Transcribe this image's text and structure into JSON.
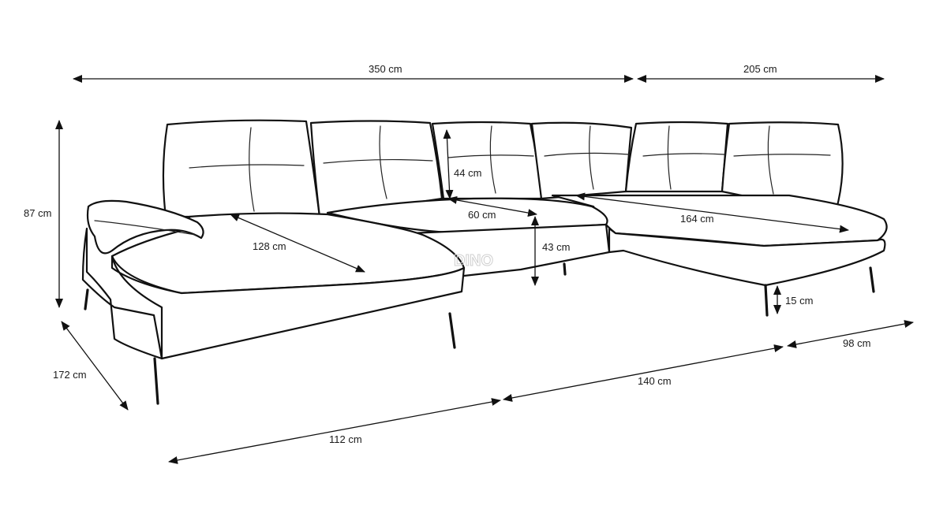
{
  "dimensions": {
    "total_width": "350 cm",
    "right_section_width": "205 cm",
    "height": "87 cm",
    "depth_left": "172 cm",
    "backrest_height": "44 cm",
    "seat_depth": "60 cm",
    "chaise_depth_left": "128 cm",
    "chaise_depth_right": "164 cm",
    "seat_height": "43 cm",
    "leg_height": "15 cm",
    "front_left": "112 cm",
    "front_middle": "140 cm",
    "front_right": "98 cm"
  },
  "watermark": "DINO",
  "colors": {
    "line": "#111111",
    "background": "#ffffff"
  }
}
